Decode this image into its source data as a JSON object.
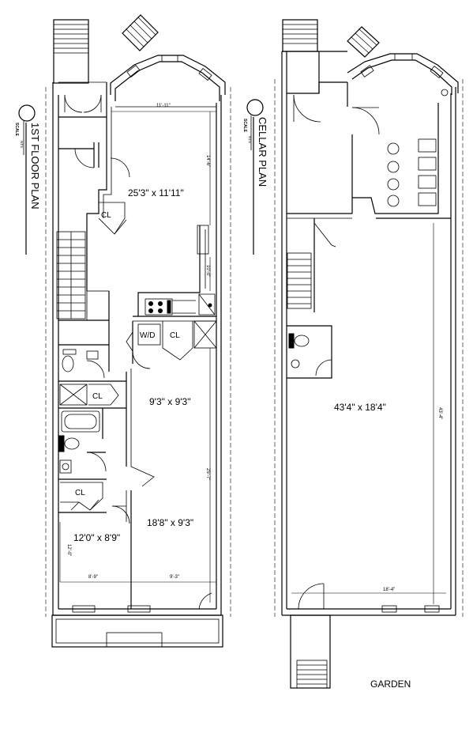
{
  "plans": {
    "first_floor": {
      "title": "1ST FLOOR PLAN",
      "scale_label": "SCALE",
      "scale_value": "NTS",
      "rooms": {
        "living": "25'3\" x 11'11\"",
        "middle": "9'3\" x 9'3\"",
        "rear_right": "18'8\" x 9'3\"",
        "rear_left": "12'0\" x 8'9\""
      },
      "fixtures": {
        "closet_label": "CL",
        "washer_dryer": "W/D"
      },
      "dimensions": {
        "width_top": "11'-11\"",
        "depth_front": "14'-6\"",
        "kitchen_len": "10'-0\"",
        "rear_depth": "25'-7\"",
        "left_depth": "12'-0\"",
        "bottom_left": "8'-9\"",
        "bottom_right": "9'-3\""
      }
    },
    "cellar": {
      "title": "CELLAR PLAN",
      "scale_label": "SCALE",
      "scale_value": "NTS",
      "rooms": {
        "main": "43'4\" x 18'4\""
      },
      "dimensions": {
        "depth": "43'-4\"",
        "width": "18'-4\""
      },
      "garden_label": "GARDEN"
    }
  }
}
